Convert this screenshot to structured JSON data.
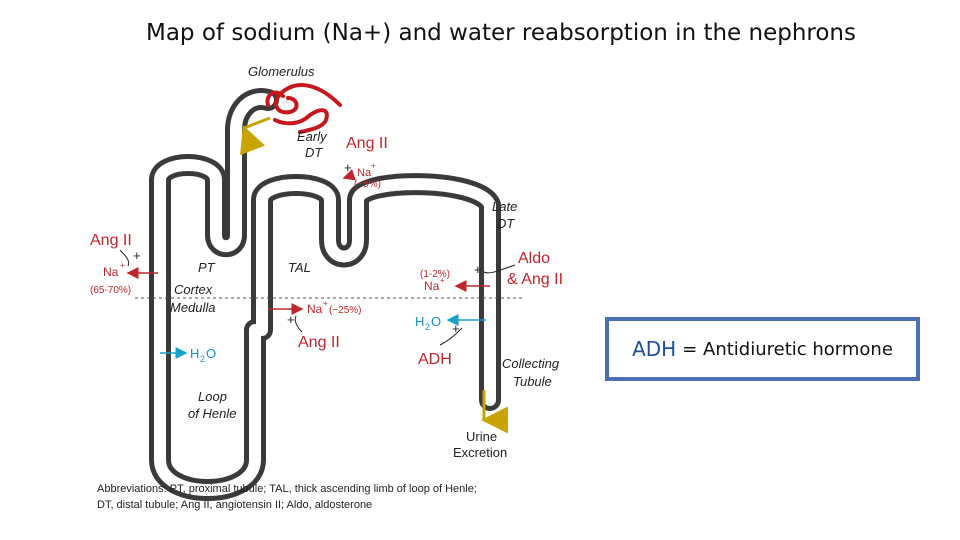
{
  "title": "Map of sodium (Na+) and water reabsorption in the nephrons",
  "labels": {
    "glomerulus": "Glomerulus",
    "early": "Early",
    "dt": "DT",
    "ang_ii": "Ang II",
    "na": "Na",
    "plus": "+",
    "na_early_pct": "(~5%)",
    "pt_pct": "(65-70%)",
    "tal_pct": "(~25%)",
    "late_pct": "(1-2%)",
    "pt": "PT",
    "tal": "TAL",
    "cortex": "Cortex",
    "medulla": "Medulla",
    "late": "Late",
    "aldo": "Aldo",
    "aldo_ang": "& Ang II",
    "h2o_h": "H",
    "h2o_2": "2",
    "h2o_o": "O",
    "adh": "ADH",
    "collecting": "Collecting",
    "tubule": "Tubule",
    "loop": "Loop",
    "of_henle": "of Henle",
    "urine": "Urine",
    "excretion": "Excretion"
  },
  "abbreviations": {
    "line1": "Abbreviations: PT, proximal tubule; TAL, thick ascending limb of loop of Henle;",
    "line2": "DT, distal tubule; Ang II, angiotensin II; Aldo, aldosterone"
  },
  "adh_box": {
    "term": "ADH",
    "definition": "= Antidiuretic hormone"
  },
  "colors": {
    "tubule": "#3a3a3a",
    "vessel": "#c8161d",
    "sodium": "#c0262b",
    "water": "#1aa3c8",
    "urine_arrow": "#c9a400",
    "adh_border": "#4a6fb5"
  }
}
